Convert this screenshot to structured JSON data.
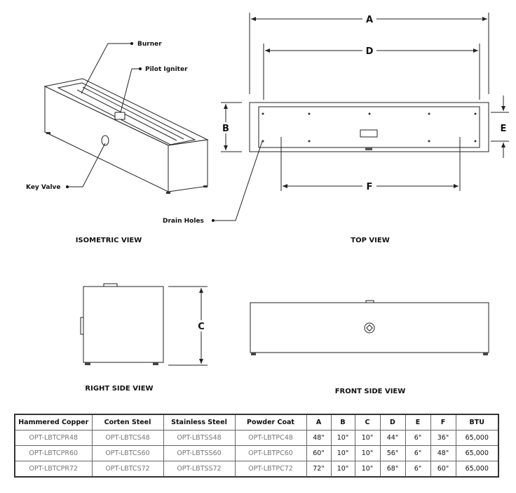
{
  "callouts": {
    "burner": "Burner",
    "pilot_igniter": "Pilot Igniter",
    "key_valve": "Key Valve",
    "drain_holes": "Drain Holes"
  },
  "views": {
    "isometric": "ISOMETRIC VIEW",
    "top": "TOP VIEW",
    "right_side": "RIGHT SIDE VIEW",
    "front_side": "FRONT SIDE VIEW"
  },
  "dimensions": {
    "a": "A",
    "b": "B",
    "c": "C",
    "d": "D",
    "e": "E",
    "f": "F"
  },
  "table": {
    "headers": [
      "Hammered Copper",
      "Corten Steel",
      "Stainless Steel",
      "Powder Coat",
      "A",
      "B",
      "C",
      "D",
      "E",
      "F",
      "BTU"
    ],
    "rows": [
      [
        "OPT-LBTCPR48",
        "OPT-LBTCS48",
        "OPT-LBTSS48",
        "OPT-LBTPC48",
        "48\"",
        "10\"",
        "10\"",
        "44\"",
        "6\"",
        "36\"",
        "65,000"
      ],
      [
        "OPT-LBTCPR60",
        "OPT-LBTCS60",
        "OPT-LBTSS60",
        "OPT-LBTPC60",
        "60\"",
        "10\"",
        "10\"",
        "56\"",
        "6\"",
        "48\"",
        "65,000"
      ],
      [
        "OPT-LBTCPR72",
        "OPT-LBTCS72",
        "OPT-LBTSS72",
        "OPT-LBTPC72",
        "72\"",
        "10\"",
        "10\"",
        "68\"",
        "6\"",
        "60\"",
        "65,000"
      ]
    ]
  }
}
